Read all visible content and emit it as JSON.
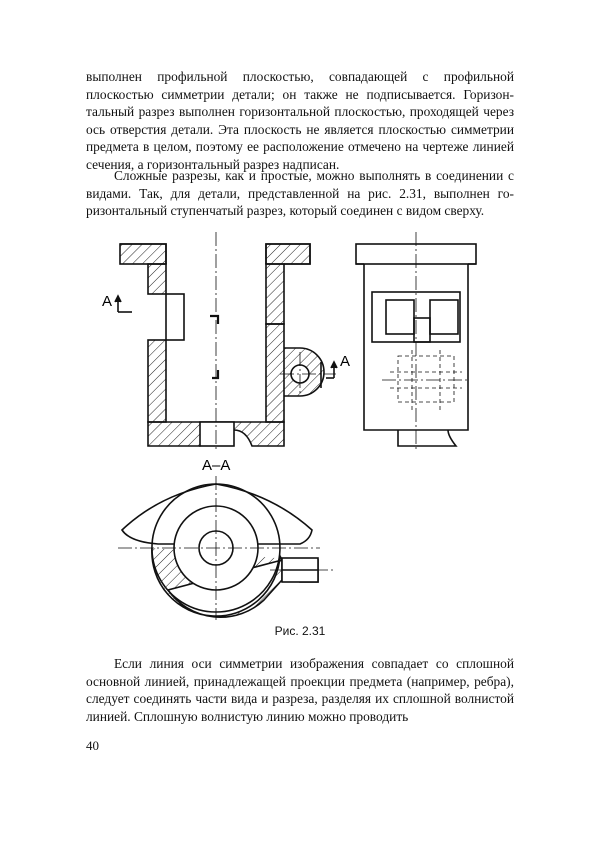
{
  "text": {
    "paragraph1": "выполнен профильной плоскостью, совпадающей с профильной плоскостью симметрии детали; он также не подписывается. Горизон­тальный разрез выполнен горизонтальной плоскостью, проходящей через ось отверстия детали. Эта плоскость не является плоскостью симметрии предмета в целом, поэтому ее расположение отмечено на чертеже линией сечения, а горизонтальный разрез надписан.",
    "paragraph2": "Сложные разрезы, как и простые, можно выполнять в соединении с видами. Так, для детали, представленной на рис. 2.31, выполнен го­ризонтальный ступенчатый разрез, который соединен с видом сверху.",
    "paragraph3": "Если линия оси симметрии изображения совпадает со сплошной основной линией, принадлежащей проекции предмета (например, реб­ра), следует соединять части вида и разреза, разделяя их сплошной волнистой линией. Сплошную волнистую линию можно проводить"
  },
  "figure": {
    "caption": "Рис. 2.31",
    "section_label": "А–А",
    "cut_mark_left": "А",
    "cut_mark_right": "А"
  },
  "page_number": "40"
}
